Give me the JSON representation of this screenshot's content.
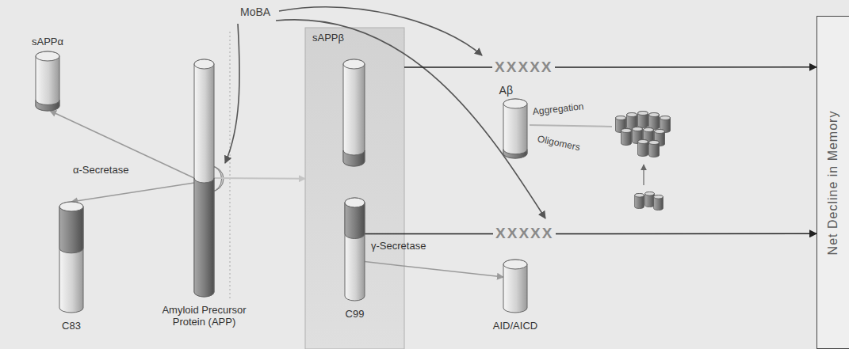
{
  "diagram": {
    "nodes": [
      {
        "text": [
          "sAPPα"
        ]
      },
      {
        "text": [
          "C83"
        ]
      },
      {
        "text": [
          "Amyloid Precursor Protein (APP)"
        ]
      },
      {
        "text": [
          "sAPPβ"
        ]
      },
      {
        "text": [
          "C99"
        ],
        "in": 3
      },
      {
        "text": [
          "Aβ"
        ]
      },
      {
        "text": [
          "AID/AICD"
        ]
      },
      {
        "text": [
          "Net Decline in Memory"
        ]
      }
    ],
    "edges": [
      {
        "from": 2,
        "to": 0,
        "arrow": "to"
      },
      {
        "from": 2,
        "to": 1,
        "arrow": "to"
      },
      {
        "from": 2,
        "to": 3,
        "arrow": "to"
      },
      {
        "from": 3,
        "to": 7,
        "label": "XXXXX",
        "arrow": "to"
      },
      {
        "from": 4,
        "to": 7,
        "label": "XXXXX",
        "arrow": "to"
      },
      {
        "from": 4,
        "to": 6,
        "arrow": "to"
      }
    ],
    "labels": [
      "MoBA",
      "α-Secretase",
      "γ-Secretase",
      "Aggregation",
      "Oligomers"
    ]
  }
}
